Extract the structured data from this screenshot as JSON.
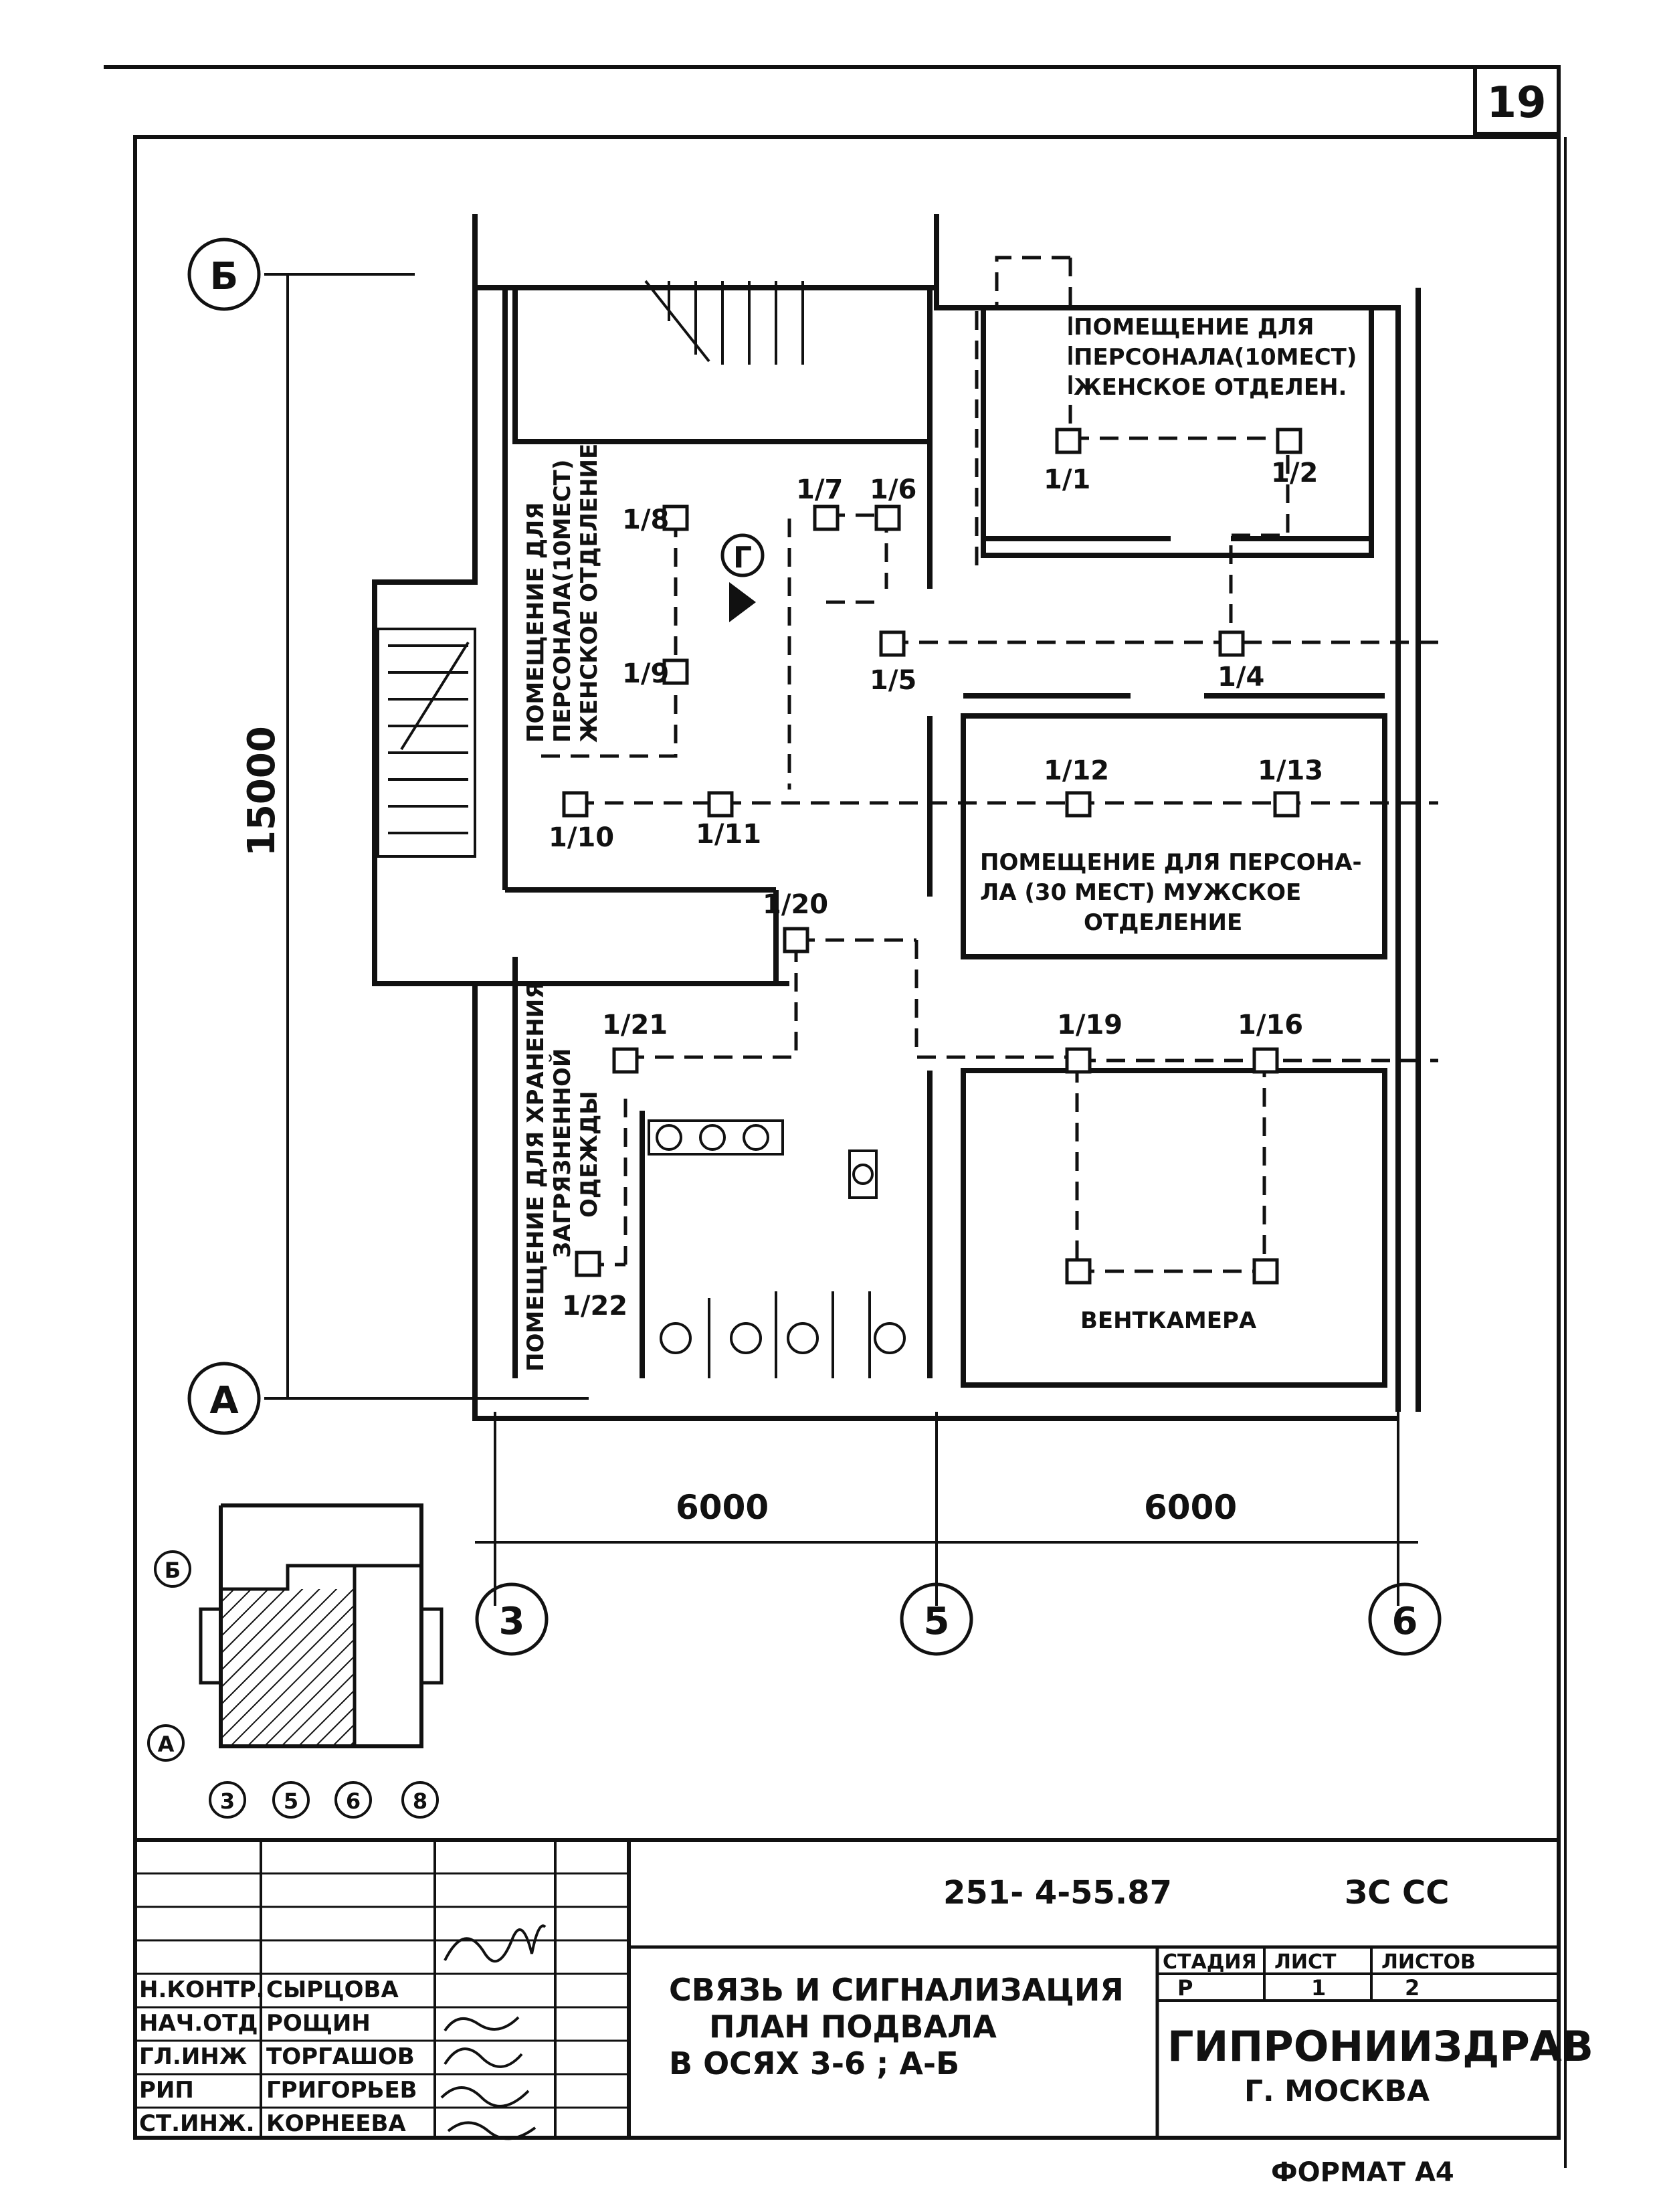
{
  "sheet": {
    "number": "19",
    "format": "ФОРМАТ А4"
  },
  "plan": {
    "axes": {
      "letters": [
        "Б",
        "А"
      ],
      "numbers": [
        "3",
        "5",
        "6"
      ]
    },
    "dimensions": {
      "vertical": "15000",
      "left_span": "6000",
      "right_span": "6000"
    },
    "rooms": {
      "women_staff_10": [
        "ПОМЕЩЕНИЕ ДЛЯ",
        "ПЕРСОНАЛА(10МЕСТ)",
        "ЖЕНСКОЕ ОТДЕЛЕН."
      ],
      "women_staff_vertical": [
        "ПОМЕЩЕНИЕ ДЛЯ",
        "ПЕРСОНАЛА(10МЕСТ)",
        "ЖЕНСКОЕ ОТДЕЛЕНИЕ"
      ],
      "men_staff_30": [
        "ПОМЕЩЕНИЕ ДЛЯ ПЕРСОНА-",
        "ЛА (30 МЕСТ) МУЖСКОЕ",
        "ОТДЕЛЕНИЕ"
      ],
      "dirty_clothes": [
        "ПОМЕЩЕНИЕ ДЛЯ ХРАНЕНИЯ",
        "ЗАГРЯЗНЕННОЙ",
        "ОДЕЖДЫ"
      ],
      "ventchamber": "ВЕНТКАМЕРА"
    },
    "device_labels": [
      "1/1",
      "1/2",
      "1/4",
      "1/5",
      "1/6",
      "1/7",
      "1/8",
      "1/9",
      "1/10",
      "1/11",
      "1/12",
      "1/13",
      "1/16",
      "1/19",
      "1/20",
      "1/21",
      "1/22"
    ],
    "device_marker": "Г"
  },
  "key_plan": {
    "letters": [
      "Б",
      "А"
    ],
    "numbers": [
      "3",
      "5",
      "6",
      "8"
    ]
  },
  "title_block": {
    "code": "251- 4-55.87",
    "mark": "ЗС СС",
    "title_lines": [
      "СВЯЗЬ И СИГНАЛИЗАЦИЯ",
      "ПЛАН ПОДВАЛА",
      "В ОСЯХ 3-6 ; А-Б"
    ],
    "headers": {
      "stage": "СТАДИЯ",
      "sheet": "ЛИСТ",
      "sheets": "ЛИСТОВ"
    },
    "values": {
      "stage": "Р",
      "sheet": "1",
      "sheets": "2"
    },
    "org": "ГИПРОНИИЗДРАВ",
    "city": "Г. МОСКВА",
    "people": [
      {
        "role": "Н.КОНТР.",
        "name": "СЫРЦОВА"
      },
      {
        "role": "НАЧ.ОТД",
        "name": "РОЩИН"
      },
      {
        "role": "ГЛ.ИНЖ",
        "name": "ТОРГАШОВ"
      },
      {
        "role": "РИП",
        "name": "ГРИГОРЬЕВ"
      },
      {
        "role": "СТ.ИНЖ.",
        "name": "КОРНЕЕВА"
      }
    ]
  }
}
